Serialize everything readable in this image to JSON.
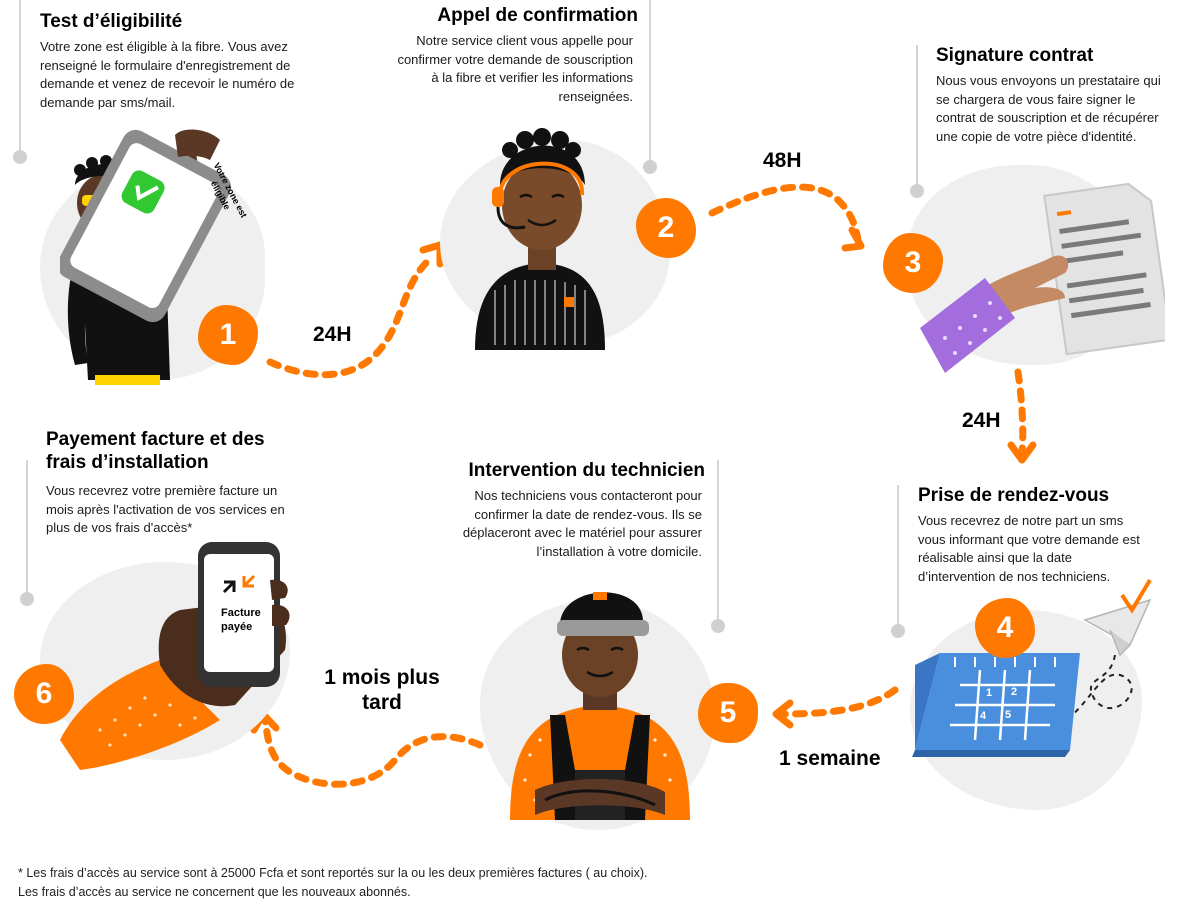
{
  "steps": [
    {
      "number": "1",
      "title": "Test d’éligibilité",
      "description": "Votre zone est éligible à la fibre. Vous avez renseigné le formulaire d'enregistrement de demande et venez de recevoir le numéro de demande par sms/mail."
    },
    {
      "number": "2",
      "title": "Appel de confirmation",
      "description": "Notre service client vous appelle pour confirmer votre demande de souscription à la fibre et verifier les informations renseignées."
    },
    {
      "number": "3",
      "title": "Signature contrat",
      "description": "Nous vous envoyons un prestataire qui se chargera de vous faire signer le contrat de souscription et de récupérer une copie de votre pièce d'identité."
    },
    {
      "number": "4",
      "title": "Prise de rendez-vous",
      "description": "Vous recevrez de notre part un sms vous informant que votre demande est réalisable ainsi que la date d’intervention de nos techniciens."
    },
    {
      "number": "5",
      "title": "Intervention du technicien",
      "description": "Nos techniciens vous contacteront pour confirmer la date de rendez-vous. Ils se déplaceront avec le matériel pour assurer l’installation à votre domicile."
    },
    {
      "number": "6",
      "title": "Payement facture et des frais d’installation",
      "description": "Vous recevrez votre première facture un mois après  l'activation de vos services en plus de vos frais d'accès*"
    }
  ],
  "delays": {
    "d12": "24H",
    "d23": "48H",
    "d34": "24H",
    "d45": "1 semaine",
    "d56": "1 mois plus tard"
  },
  "illustrations": {
    "phone1_text": "Votre zone est éligible",
    "phone6_text": "Facture payée",
    "calendar_days": [
      "1",
      "2",
      "4",
      "5"
    ]
  },
  "footnote": {
    "line1": "* Les frais d’accès au service sont  à 25000 Fcfa et sont reportés sur la  ou les deux premières factures ( au choix).",
    "line2": "Les frais d’accès au service ne concernent que les nouveaux abonnés."
  },
  "colors": {
    "accent": "#ff7900",
    "blob": "#efeff0",
    "line": "#d4d4d4",
    "calendar": "#4a8ede"
  },
  "icons": [
    "check-icon",
    "headset-icon",
    "document-icon",
    "calendar-icon",
    "paper-plane-icon",
    "orange-logo-icon",
    "arrows-icon"
  ]
}
